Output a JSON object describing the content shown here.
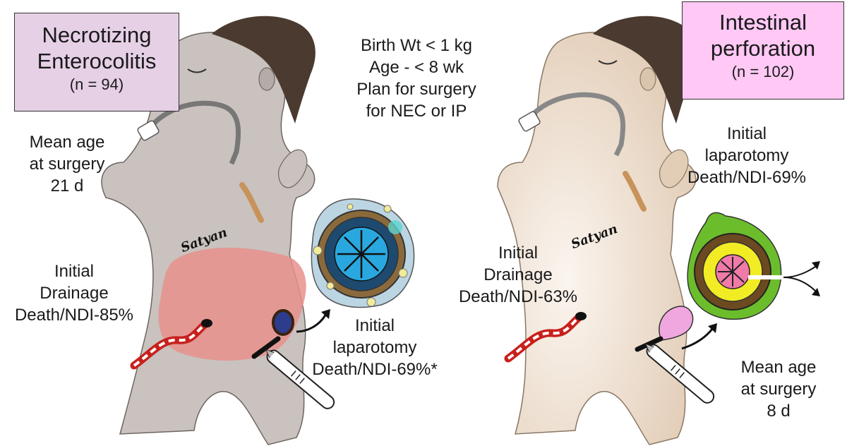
{
  "left_panel": {
    "title_line1": "Necrotizing",
    "title_line2": "Enterocolitis",
    "count": "(n = 94)",
    "age_line1": "Mean age",
    "age_line2": "at surgery",
    "age_line3": "21 d",
    "drain_line1": "Initial",
    "drain_line2": "Drainage",
    "drain_line3": "Death/NDI-85%",
    "lap_line1": "Initial",
    "lap_line2": "laparotomy",
    "lap_line3": "Death/NDI-69%*",
    "box_color": "#e6d0e6"
  },
  "center_criteria": {
    "line1": "Birth Wt < 1 kg",
    "line2": "Age - < 8 wk",
    "line3": "Plan for surgery",
    "line4": "for NEC or IP"
  },
  "right_panel": {
    "title_line1": "Intestinal",
    "title_line2": "perforation",
    "count": "(n = 102)",
    "lap_line1": "Initial",
    "lap_line2": "laparotomy",
    "lap_line3": "Death/NDI-69%",
    "drain_line1": "Initial",
    "drain_line2": "Drainage",
    "drain_line3": "Death/NDI-63%",
    "age_line1": "Mean age",
    "age_line2": "at surgery",
    "age_line3": "8 d",
    "box_color": "#ffc8f5"
  },
  "signature": "Satyan",
  "colors": {
    "left_body": "#c9c2be",
    "right_body": "#ecdccb",
    "hair": "#4a3a30",
    "inflamed_abdomen": "#e7908d",
    "drain_red": "#c8201c",
    "nec_lumen": "#29a8e0",
    "ip_lumen": "#f07aa8",
    "ip_mucosa": "#f2ec24",
    "ip_serosa": "#6cbd2c"
  }
}
